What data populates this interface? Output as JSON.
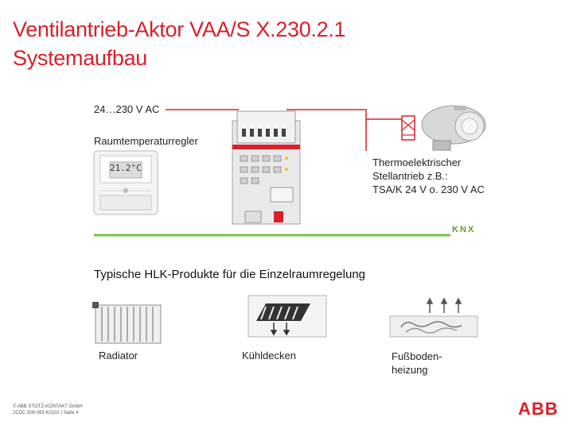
{
  "title": {
    "line1": "Ventilantrieb-Aktor VAA/S X.230.2.1",
    "line2": "Systemaufbau"
  },
  "diagram": {
    "supply_label": "24…230 V AC",
    "room_controller_label": "Raumtemperaturregler",
    "thermal_actuator_label": "Thermoelektrischer\nStellantrieb z.B.:\nTSA/K 24 V o. 230 V AC",
    "bus_logo": "KNX",
    "controller_display": "21.2°C"
  },
  "section": {
    "heading": "Typische HLK-Produkte für die Einzelraumregelung",
    "products": [
      {
        "label": "Radiator"
      },
      {
        "label": "Kühldecken"
      },
      {
        "label": "Fußboden-\nheizung"
      }
    ]
  },
  "footer": {
    "text": "© ABB STOTZ-KONTAKT GmbH\n2CDC 508 083 K0102 | Seite 4"
  },
  "brand": {
    "logo": "ABB",
    "color": "#d9202a"
  }
}
